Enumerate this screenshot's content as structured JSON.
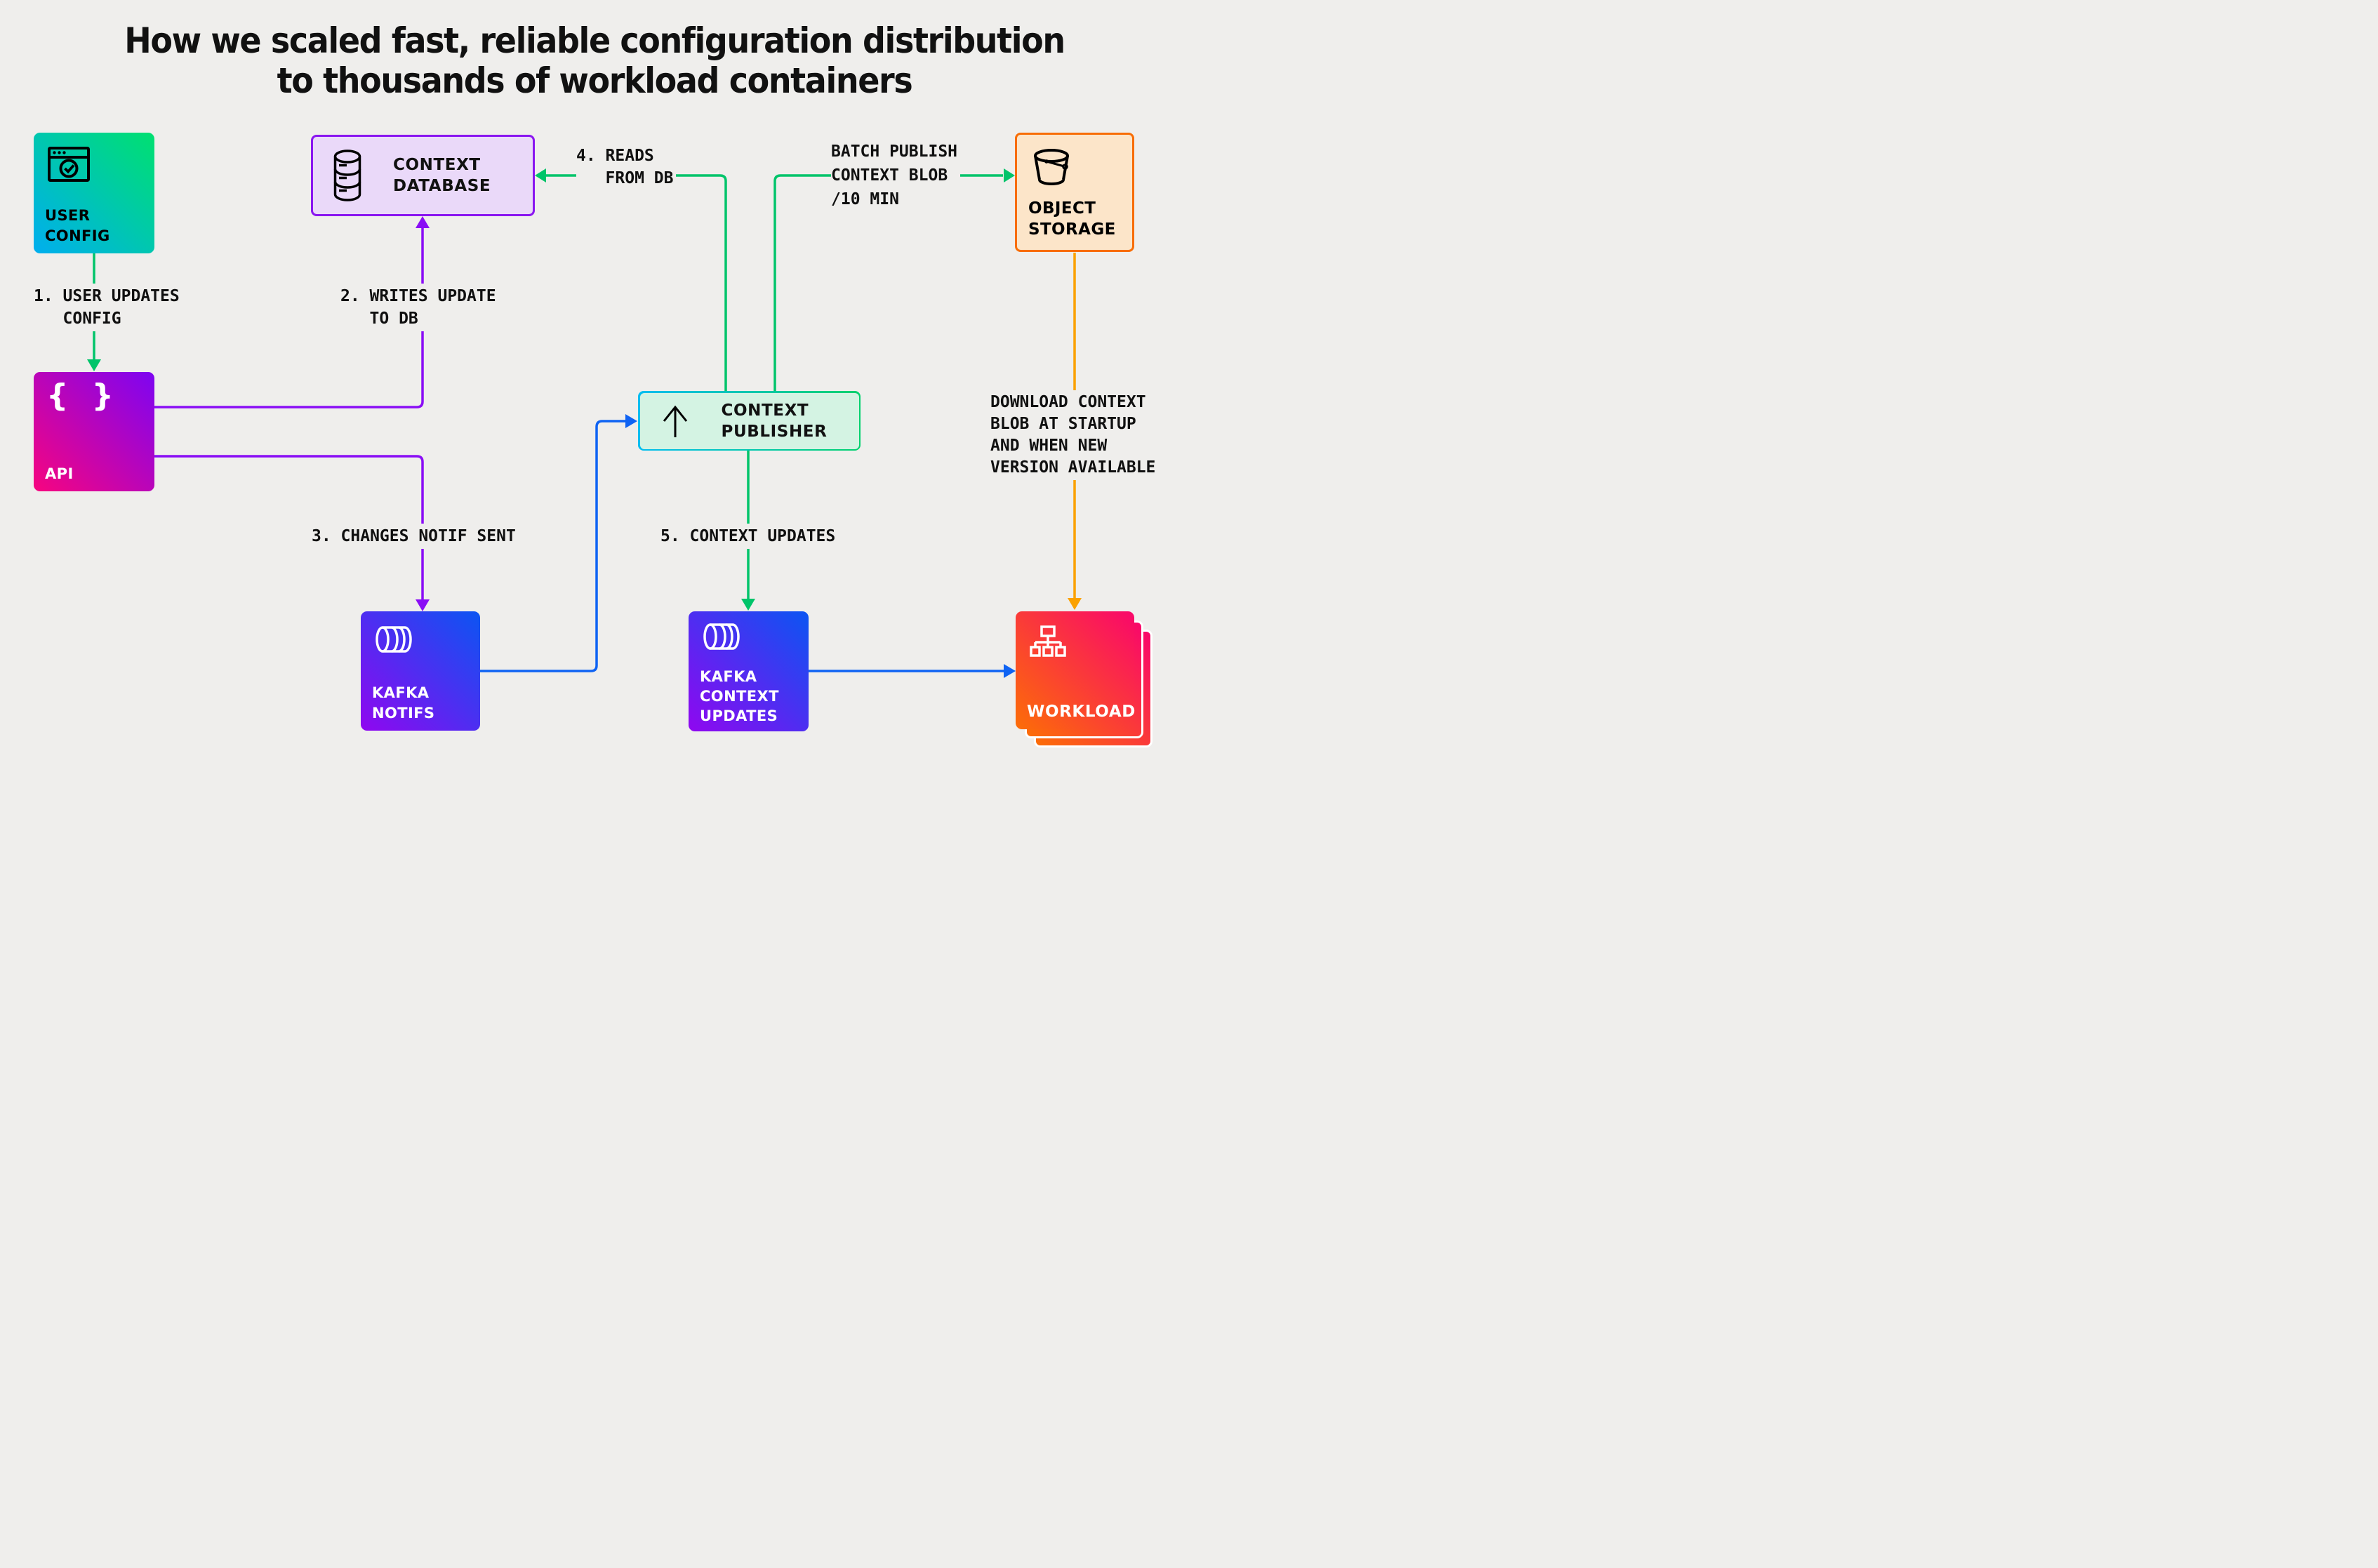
{
  "title": {
    "line1": "How we scaled fast, reliable configuration distribution",
    "line2": "to thousands of workload containers"
  },
  "nodes": {
    "user_config": {
      "label": "USER\nCONFIG",
      "icon": "browser-check-icon"
    },
    "api": {
      "label": "API",
      "icon": "curly-braces-icon",
      "icon_glyph": "{ }"
    },
    "context_database": {
      "label": "CONTEXT\nDATABASE",
      "icon": "database-cylinder-icon"
    },
    "object_storage": {
      "label": "OBJECT\nSTORAGE",
      "icon": "bucket-icon"
    },
    "context_publisher": {
      "label": "CONTEXT\nPUBLISHER",
      "icon": "arrow-up-icon"
    },
    "kafka_notifs": {
      "label": "KAFKA\nNOTIFS",
      "icon": "kafka-log-icon"
    },
    "kafka_context_updates": {
      "label": "KAFKA\nCONTEXT\nUPDATES",
      "icon": "kafka-log-icon"
    },
    "workload": {
      "label": "WORKLOAD",
      "icon": "sitemap-icon",
      "stack_count": 3
    }
  },
  "steps": {
    "step1": "1. USER UPDATES\n   CONFIG",
    "step2": "2. WRITES UPDATE\n   TO DB",
    "step3": "3. CHANGES NOTIF SENT",
    "step4": "4. READS\n   FROM DB",
    "step5": "5. CONTEXT UPDATES",
    "batch_publish": "BATCH PUBLISH\nCONTEXT BLOB\n/10 MIN",
    "download_note": "DOWNLOAD CONTEXT\nBLOB AT STARTUP\nAND WHEN NEW\nVERSION AVAILABLE"
  },
  "colors": {
    "bg": "#efeeec",
    "ink": "#111111",
    "green": "#00c46a",
    "purple": "#8a0ef5",
    "blue": "#0f63f3",
    "orange": "#fba100",
    "uc_a": "#00aeef",
    "uc_b": "#00e070",
    "api_a": "#f7057f",
    "api_b": "#7d05f2",
    "kafka_a": "#9007f0",
    "kafka_b": "#0b55f2",
    "wl_a": "#fc6d07",
    "wl_b": "#f9076b",
    "db_fill": "#ead9f9",
    "db_border": "#8a16f0",
    "os_fill": "#fce5c9",
    "os_border": "#f86d05",
    "pub_fill": "#d4f3e3",
    "pub_border_a": "#00bdf0",
    "pub_border_b": "#00d16d"
  }
}
